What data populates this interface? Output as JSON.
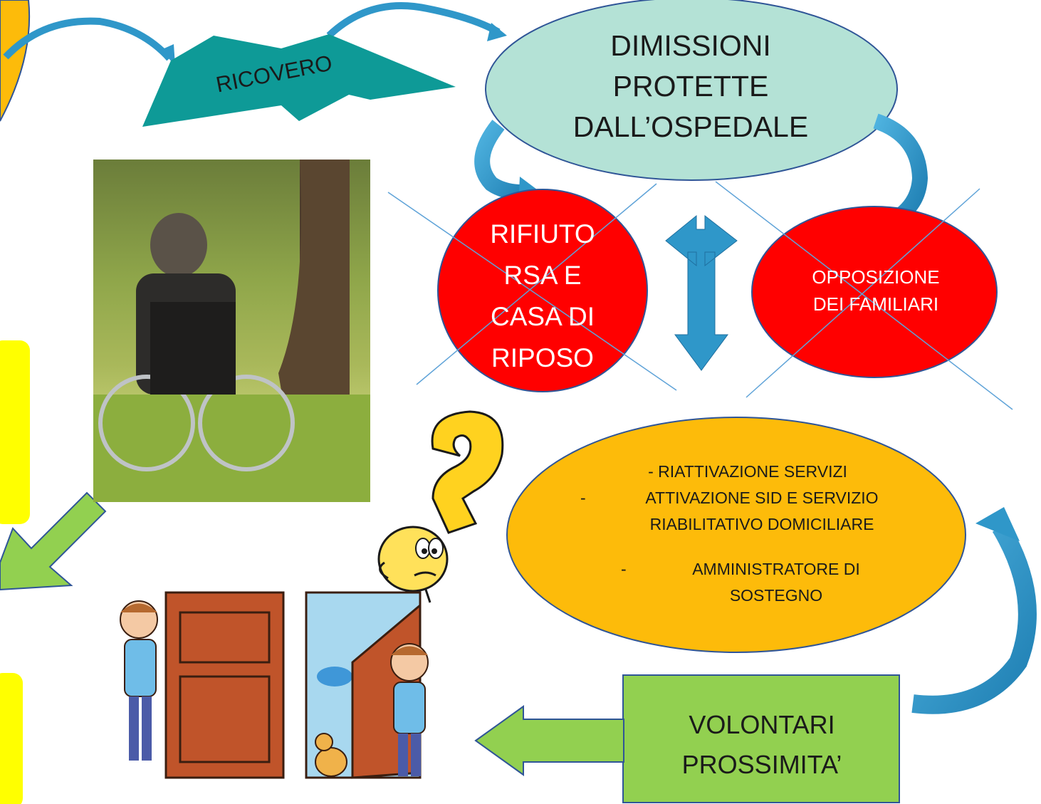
{
  "colors": {
    "teal": "#0e9a97",
    "mint": "#b4e2d6",
    "red": "#ff0000",
    "orange": "#fdbb0a",
    "green": "#92d050",
    "yellow": "#ffff00",
    "blue_arrow": "#2f97c9"
  },
  "nodes": {
    "ricovero": "RICOVERO",
    "dimissioni": [
      "DIMISSIONI",
      "PROTETTE",
      "DALL’OSPEDALE"
    ],
    "rifiuto": [
      "RIFIUTO",
      "RSA E",
      "CASA DI",
      "RIPOSO"
    ],
    "opposizione": [
      "OPPOSIZIONE",
      "DEI FAMILIARI"
    ],
    "servizi": {
      "line1": "- RIATTIVAZIONE SERVIZI",
      "bullet2": [
        "ATTIVAZIONE SID E SERVIZIO",
        "RIABILITATIVO DOMICILIARE"
      ],
      "bullet3": [
        "AMMINISTRATORE DI",
        "SOSTEGNO"
      ],
      "dash": "-"
    },
    "volontari": [
      "VOLONTARI",
      "PROSSIMITA’"
    ]
  },
  "images": {
    "photo": "elderly-person-wheelchair-photo",
    "question": "question-mark-character",
    "doors": "children-opening-doors-illustration"
  }
}
